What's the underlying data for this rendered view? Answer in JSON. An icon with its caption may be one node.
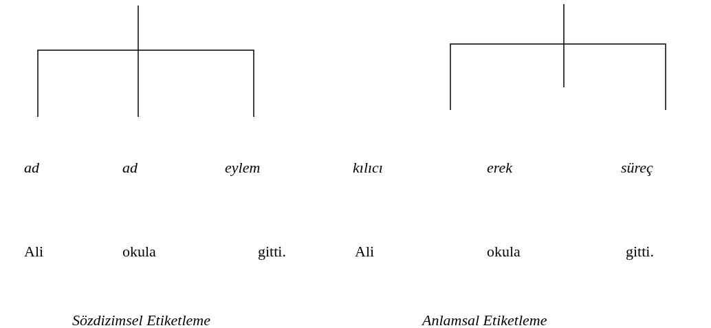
{
  "diagram": {
    "labels": [
      "ad",
      "ad",
      "eylem",
      "kılıcı",
      "erek",
      "süreç",
      "Ali",
      "okula",
      "gitti.",
      "Ali",
      "okula",
      "gitti.",
      "Sözdizimsel Etiketleme",
      "Anlamsal Etiketleme"
    ]
  }
}
